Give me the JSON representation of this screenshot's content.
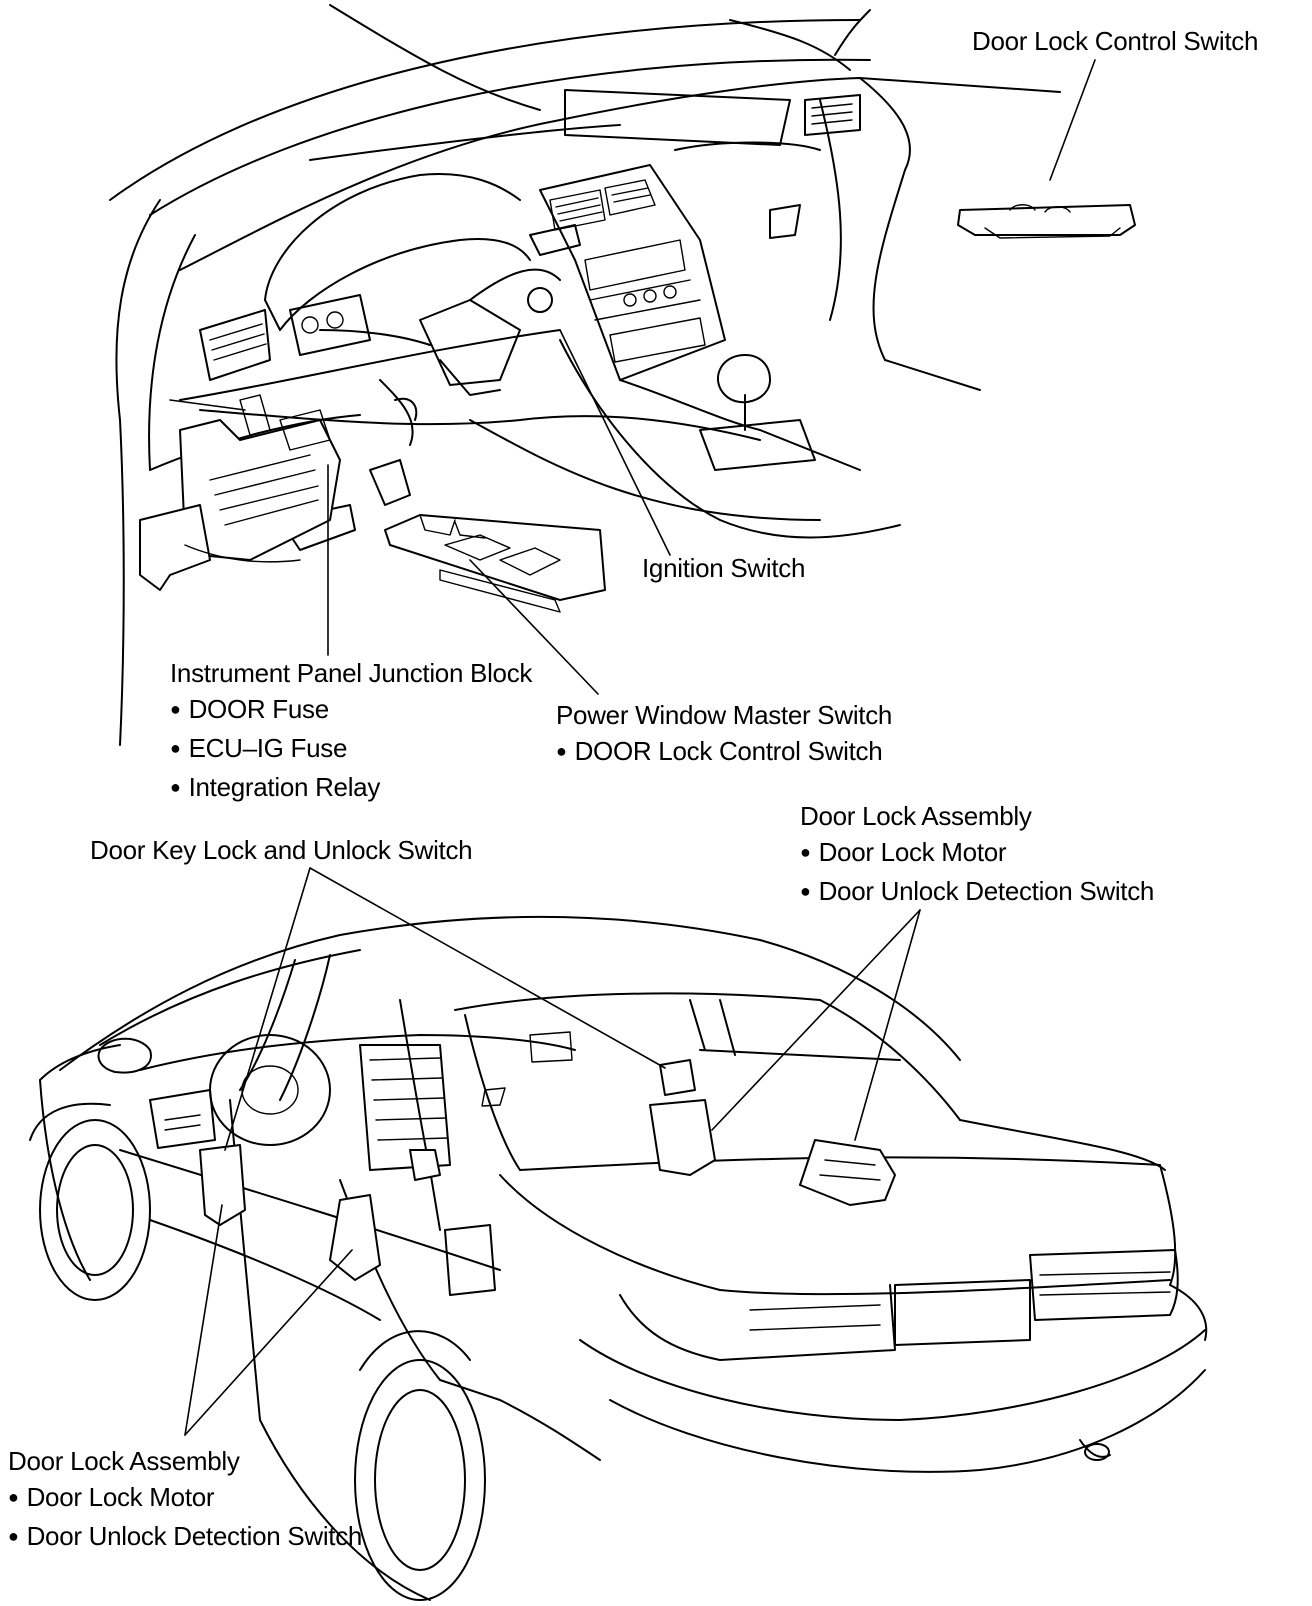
{
  "labels": {
    "door_lock_control_switch": "Door Lock Control Switch",
    "ignition_switch": "Ignition Switch",
    "ipjb": {
      "title": "Instrument Panel Junction Block",
      "items": [
        "DOOR Fuse",
        "ECU–IG Fuse",
        "Integration Relay"
      ]
    },
    "pwms": {
      "title": "Power Window Master Switch",
      "items": [
        "DOOR Lock Control Switch"
      ]
    },
    "door_key_switch": "Door Key Lock and Unlock Switch",
    "door_lock_assy_right": {
      "title": "Door Lock Assembly",
      "items": [
        "Door Lock Motor",
        "Door Unlock Detection Switch"
      ]
    },
    "door_lock_assy_left": {
      "title": "Door Lock Assembly",
      "items": [
        "Door Lock Motor",
        "Door Unlock Detection Switch"
      ]
    }
  },
  "colors": {
    "ink": "#000000",
    "paper": "#ffffff"
  }
}
